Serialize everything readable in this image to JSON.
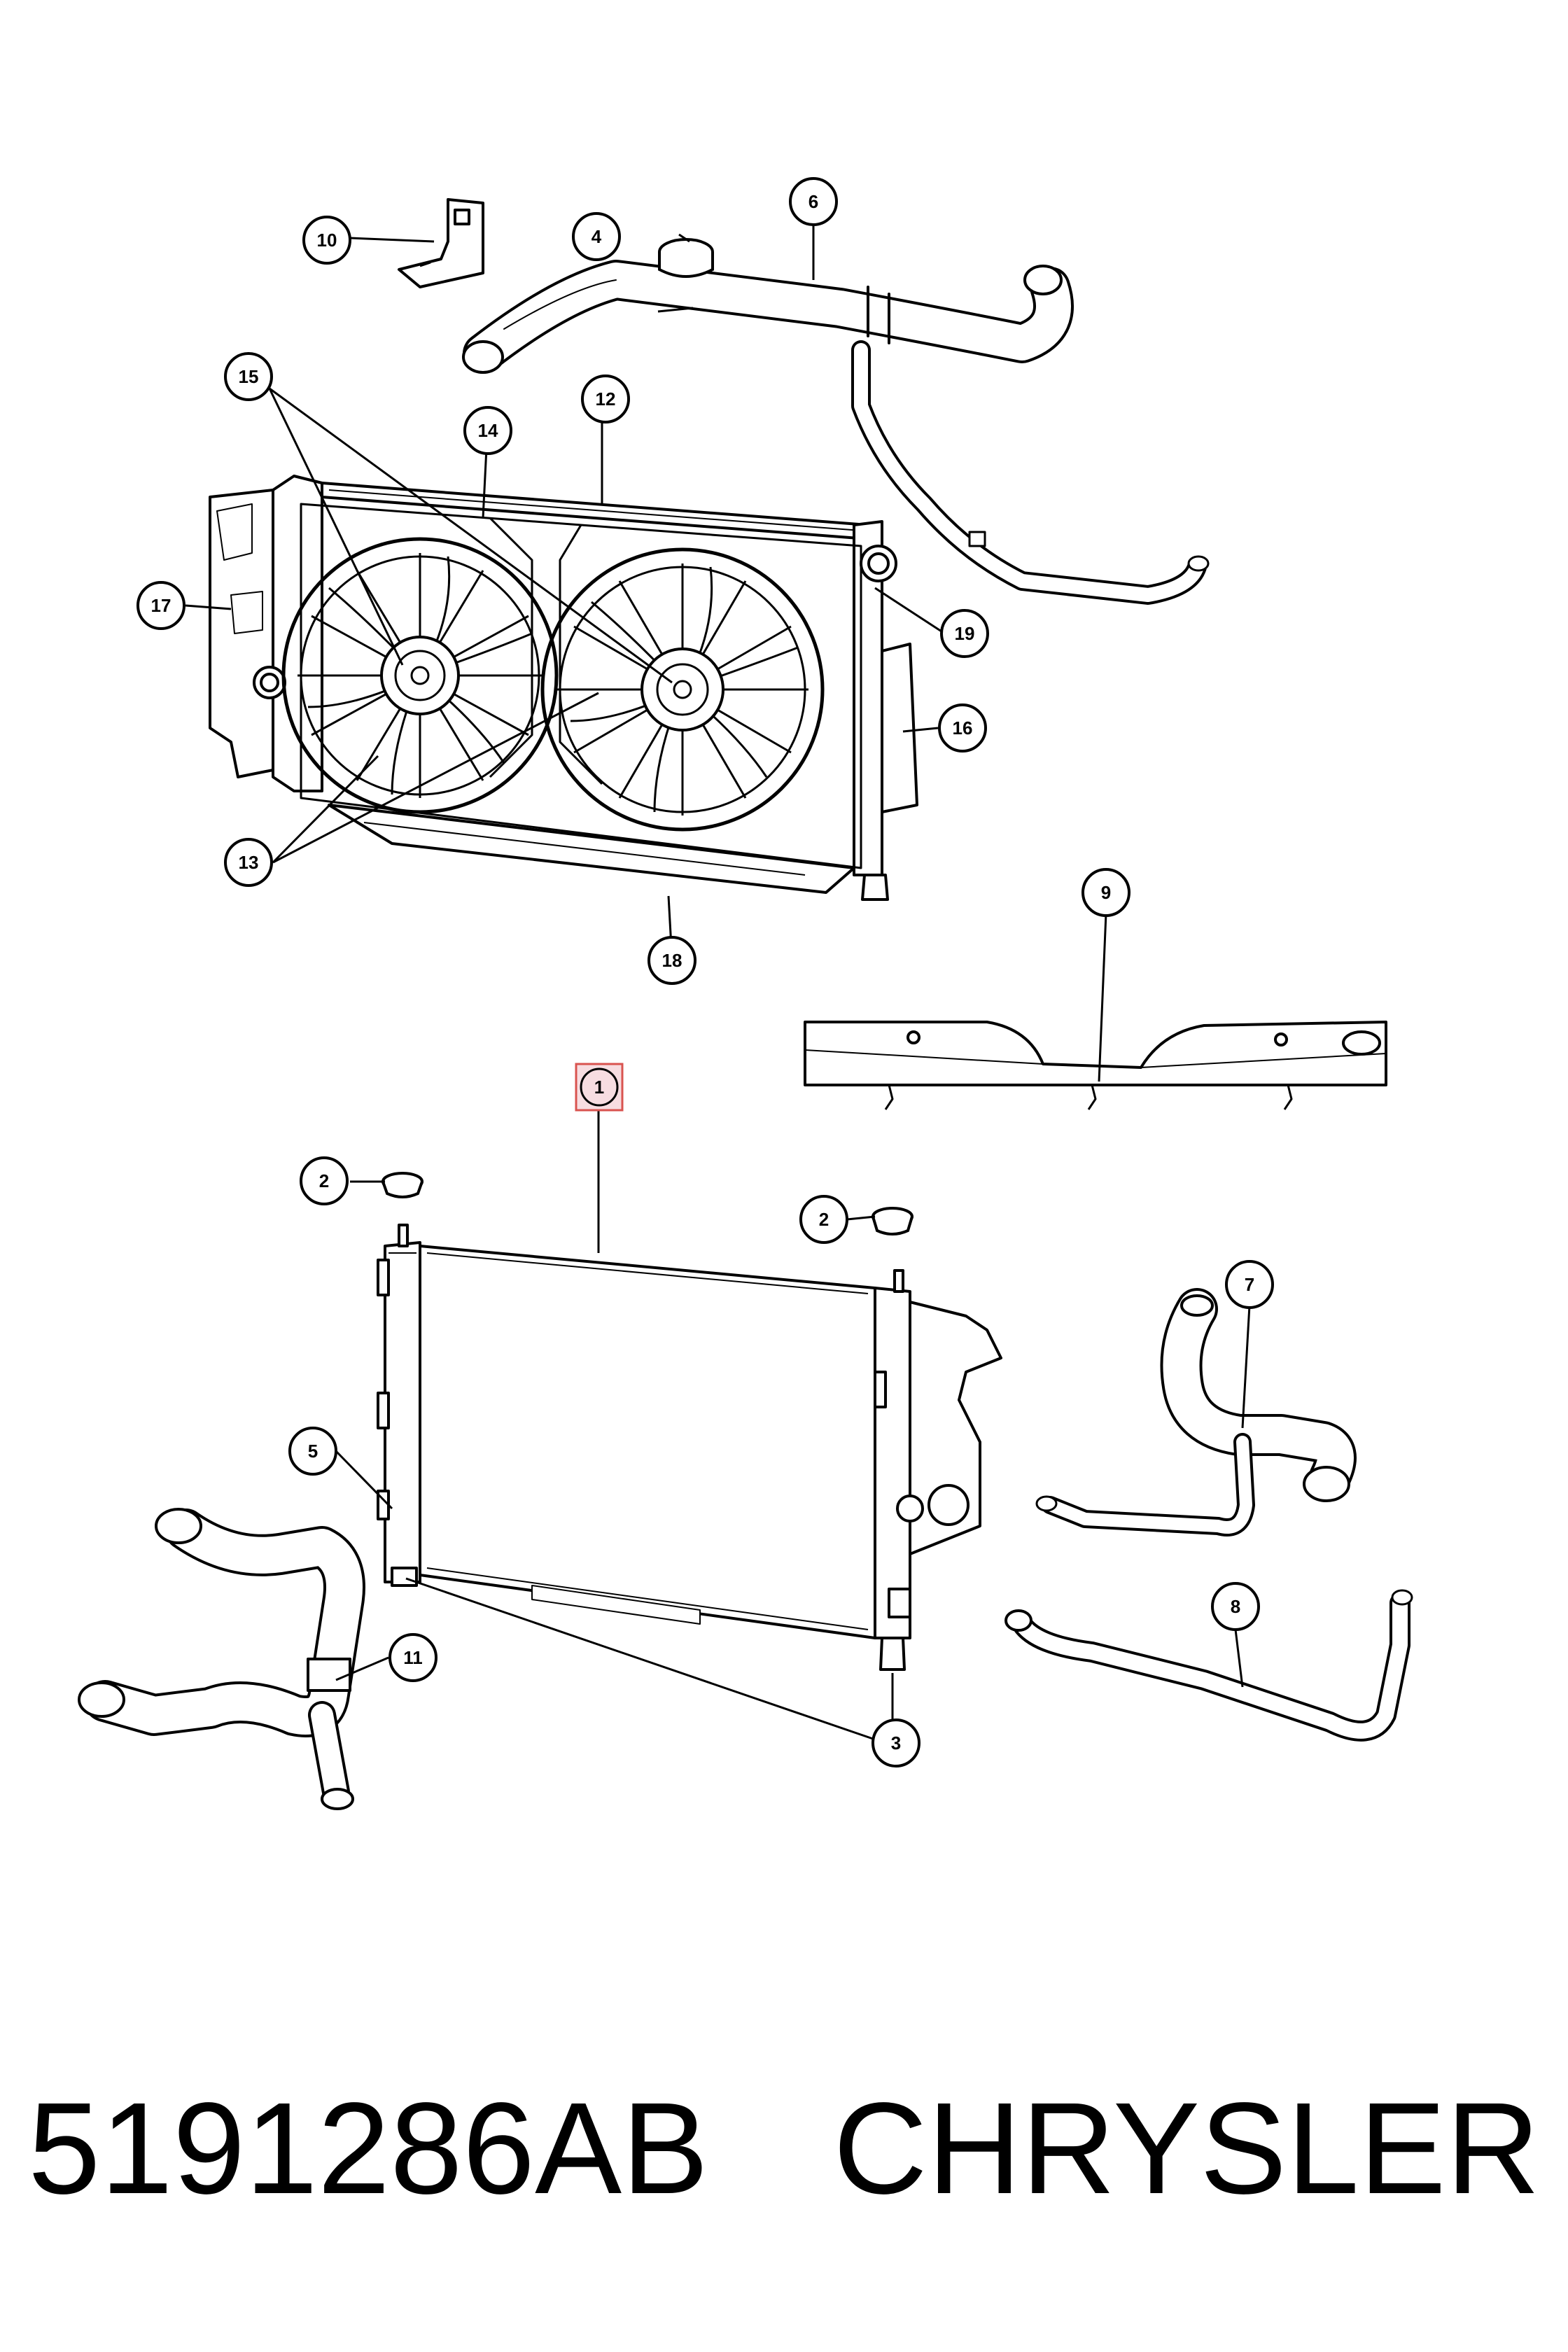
{
  "footer": {
    "part_number": "5191286AB",
    "brand": "CHRYSLER"
  },
  "callouts": [
    {
      "id": "1",
      "label": "1",
      "highlighted": true
    },
    {
      "id": "2a",
      "label": "2"
    },
    {
      "id": "2b",
      "label": "2"
    },
    {
      "id": "3",
      "label": "3"
    },
    {
      "id": "4",
      "label": "4"
    },
    {
      "id": "5",
      "label": "5"
    },
    {
      "id": "6",
      "label": "6"
    },
    {
      "id": "7",
      "label": "7"
    },
    {
      "id": "8",
      "label": "8"
    },
    {
      "id": "9",
      "label": "9"
    },
    {
      "id": "10",
      "label": "10"
    },
    {
      "id": "11",
      "label": "11"
    },
    {
      "id": "12",
      "label": "12"
    },
    {
      "id": "13",
      "label": "13"
    },
    {
      "id": "14",
      "label": "14"
    },
    {
      "id": "15",
      "label": "15"
    },
    {
      "id": "16",
      "label": "16"
    },
    {
      "id": "17",
      "label": "17"
    },
    {
      "id": "18",
      "label": "18"
    },
    {
      "id": "19",
      "label": "19"
    }
  ],
  "colors": {
    "line": "#000000",
    "highlight_fill": "#f7dde1",
    "highlight_stroke": "#d9534f"
  }
}
